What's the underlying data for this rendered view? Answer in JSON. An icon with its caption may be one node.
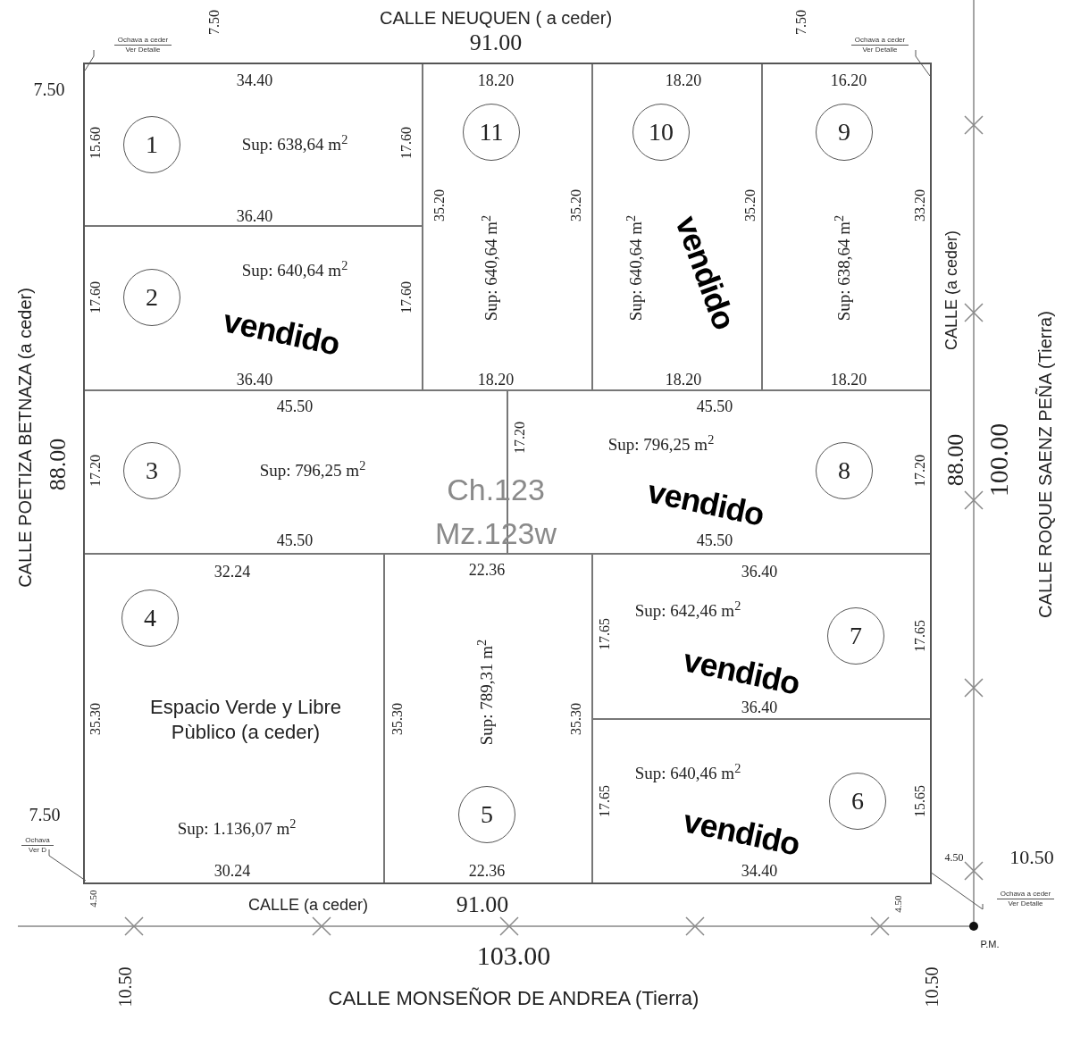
{
  "diagram": {
    "nodes": [
      {
        "text": [],
        "shape": "box"
      },
      {
        "text": [
          "Sup: 638,64 m$^{2}$"
        ],
        "in": 0
      },
      {
        "text": [
          "Sup: 640,64 m$^{2}$",
          "vendido"
        ],
        "in": 0
      },
      {
        "text": [
          "Sup: 796,25 m$^{2}$"
        ],
        "in": 0
      },
      {
        "text": [
          "Espacio Verde y Libre Pùblico (a ceder)",
          "Sup: 1.136,07 m$^{2}$"
        ],
        "in": 0
      },
      {
        "text": [
          "Sup: 789,31 m$^{2}$"
        ],
        "in": 0
      },
      {
        "text": [
          "Sup: 640,46 m$^{2}$",
          "vendido"
        ],
        "in": 0
      },
      {
        "text": [
          "Sup: 642,46 m$^{2}$",
          "vendido"
        ],
        "in": 0
      },
      {
        "text": [
          "Sup: 796,25 m$^{2}$",
          "vendido"
        ],
        "in": 0
      },
      {
        "text": [
          "Sup: 638,64 m$^{2}$"
        ],
        "in": 0
      },
      {
        "text": [
          "Sup: 640,64 m$^{2}$",
          "vendido"
        ],
        "in": 0
      },
      {
        "text": [
          "Sup: 640,64 m$^{2}$"
        ],
        "in": 0
      },
      {
        "text": [
          "1"
        ],
        "in": 1
      },
      {
        "text": [
          "2"
        ],
        "in": 2
      },
      {
        "text": [
          "3"
        ],
        "in": 3
      },
      {
        "text": [
          "4"
        ],
        "in": 4
      },
      {
        "text": [
          "5"
        ],
        "in": 5
      },
      {
        "text": [
          "6"
        ],
        "in": 6
      },
      {
        "text": [
          "7"
        ],
        "in": 7
      },
      {
        "text": [
          "8"
        ],
        "in": 8
      },
      {
        "text": [
          "9"
        ],
        "in": 9
      },
      {
        "text": [
          "10"
        ],
        "in": 10
      },
      {
        "text": [
          "11"
        ],
        "in": 11
      },
      {
        "text": [
          "Ochava a ceder",
          "Ver Detalle"
        ]
      },
      {
        "text": [
          "Ochava a ceder",
          "Ver Detalle"
        ]
      },
      {
        "text": [
          "Ochava",
          "Ver D"
        ]
      },
      {
        "text": [
          "Ochava a ceder",
          "Ver Detalle"
        ]
      }
    ],
    "edges": [
      {
        "from": 23,
        "to": 1,
        "arrow": "none"
      },
      {
        "from": 24,
        "to": 9,
        "arrow": "none"
      },
      {
        "from": 25,
        "to": 4,
        "arrow": "none"
      },
      {
        "from": 26,
        "to": 6,
        "arrow": "none"
      }
    ],
    "labels": [
      "CALLE NEUQUEN ( a ceder)",
      "7.50",
      "7.50",
      "91.00",
      "7.50",
      "34.40",
      "18.20",
      "18.20",
      "16.20",
      "15.60",
      "17.60",
      "CALLE POETIZA BETNAZA (a ceder)",
      "35.20",
      "35.20",
      "35.20",
      "33.20",
      "CALLE (a ceder)",
      "CALLE ROQUE SAENZ PEÑA (Tierra)",
      "36.40",
      "17.60",
      "17.60",
      "36.40",
      "18.20",
      "18.20",
      "18.20",
      "45.50",
      "45.50",
      "88.00",
      "17.20",
      "Ch.123",
      "Mz.123w",
      "17.20",
      "17.20",
      "88.00",
      "100.00",
      "45.50",
      "45.50",
      "32.24",
      "22.36",
      "36.40",
      "17.65",
      "17.65",
      "35.30",
      "35.30",
      "35.30",
      "36.40",
      "17.65",
      "15.65",
      "7.50",
      "10.50",
      "4.50",
      "30.24",
      "22.36",
      "34.40",
      "4.50",
      "CALLE (a ceder)",
      "91.00",
      "4.50",
      "P.M.",
      "103.00",
      "10.50",
      "10.50",
      "CALLE MONSEÑOR DE ANDREA (Tierra)"
    ]
  }
}
